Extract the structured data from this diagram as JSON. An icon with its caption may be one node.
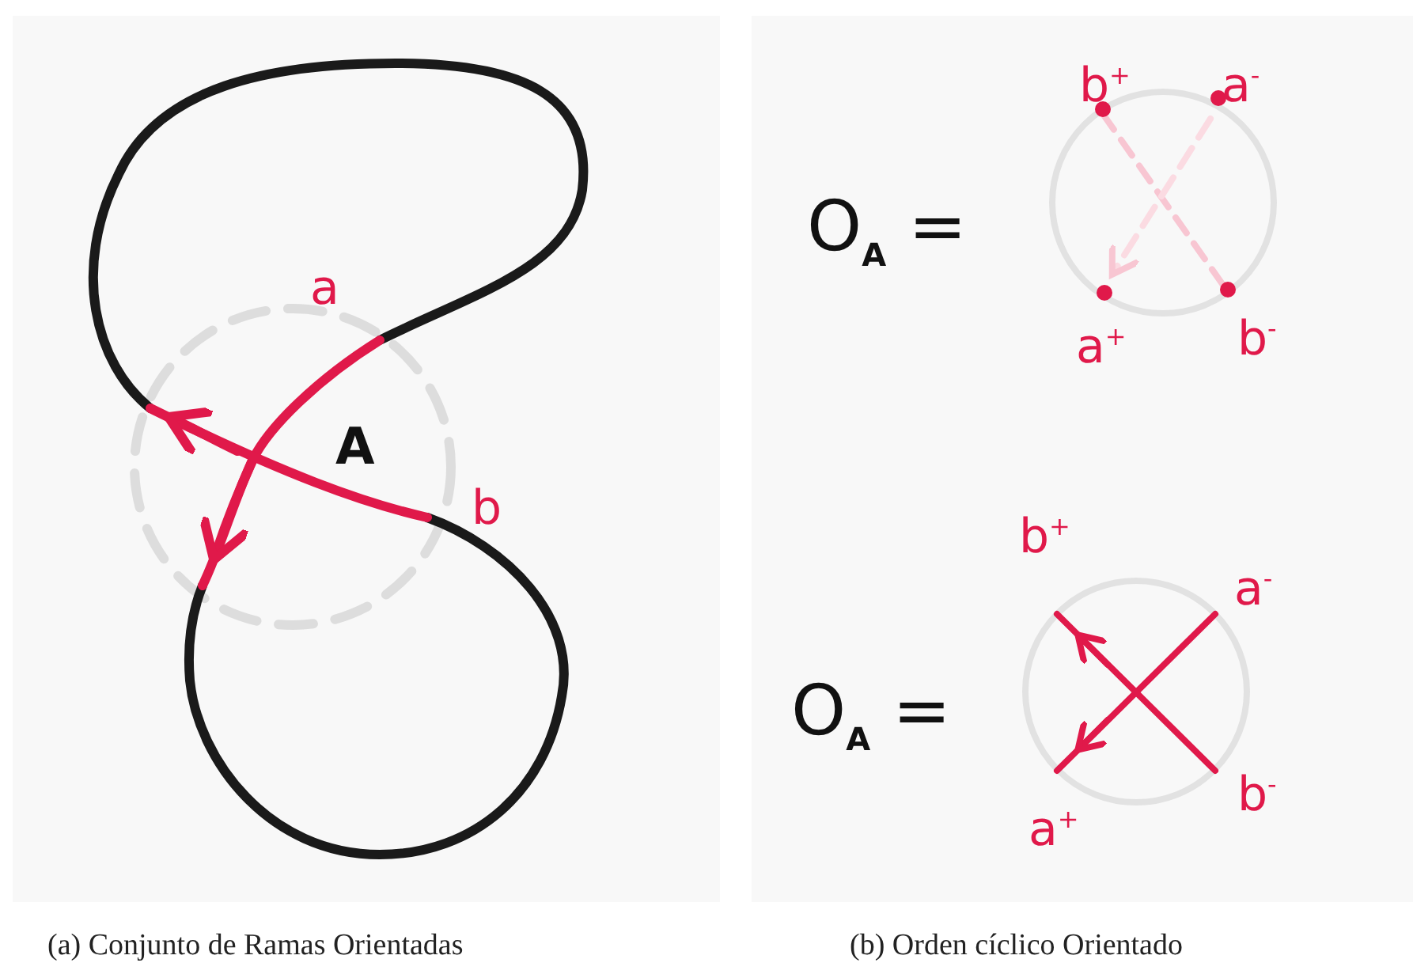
{
  "diagram": {
    "labels": [
      "a",
      "A",
      "b",
      "O$_{A}$ =",
      "b$^{+}$",
      "a$^{-}$",
      "a$^{+}$",
      "b$^{-}$",
      "O$_{A}$ =",
      "b$^{+}$",
      "a$^{-}$",
      "a$^{+}$",
      "b$^{-}$",
      "(a) Conjunto de Ramas Orientadas",
      "(b) Orden cíclico Orientado"
    ]
  }
}
